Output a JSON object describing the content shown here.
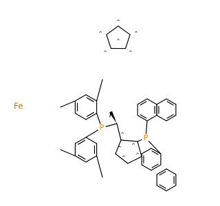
{
  "molecule": {
    "fe_label": "Fe",
    "phosphorus_left_label": "P",
    "phosphorus_right_label": "P",
    "radical_mark": "^",
    "colors": {
      "bond": "#000000",
      "fe": "#c47414",
      "phosphorus": "#ff8000"
    }
  }
}
